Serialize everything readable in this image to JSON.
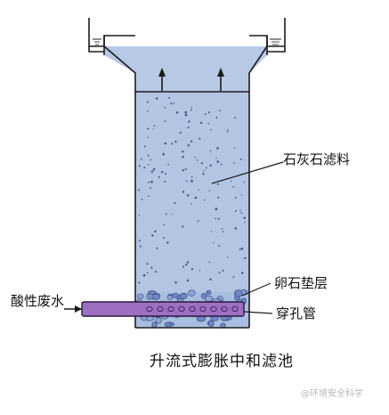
{
  "labels": {
    "limestone_filter": "石灰石滤料",
    "gravel_layer": "卵石垫层",
    "perforated_pipe": "穿孔管",
    "acid_wastewater": "酸性废水",
    "caption": "升流式膨胀中和滤池",
    "watermark": "@环境安全科学"
  },
  "colors": {
    "water_fill": "#b3c5e3",
    "pipe_fill": "#9c6fc0",
    "outline": "#1c1c1c",
    "pebble": "#7f93cc"
  }
}
